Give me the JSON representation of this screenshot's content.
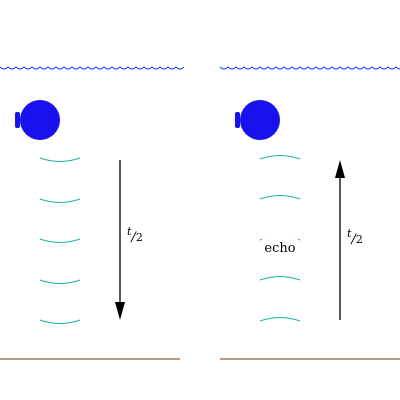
{
  "colors": {
    "water": "#3355ee",
    "sonar": "#1a12ee",
    "wave": "#19b2a2",
    "seabed": "#b79a83",
    "arrow": "#000000"
  },
  "panels": [
    {
      "label": "",
      "time_numerator": "t",
      "time_denominator": "2",
      "direction": "down",
      "wave_curve": "down"
    },
    {
      "label": "echo",
      "time_numerator": "t",
      "time_denominator": "2",
      "direction": "up",
      "wave_curve": "up"
    }
  ],
  "icons": {
    "water_surface": "wavy-line-icon",
    "sonar": "sonar-emitter-icon",
    "seabed": "seabed-line-icon"
  }
}
